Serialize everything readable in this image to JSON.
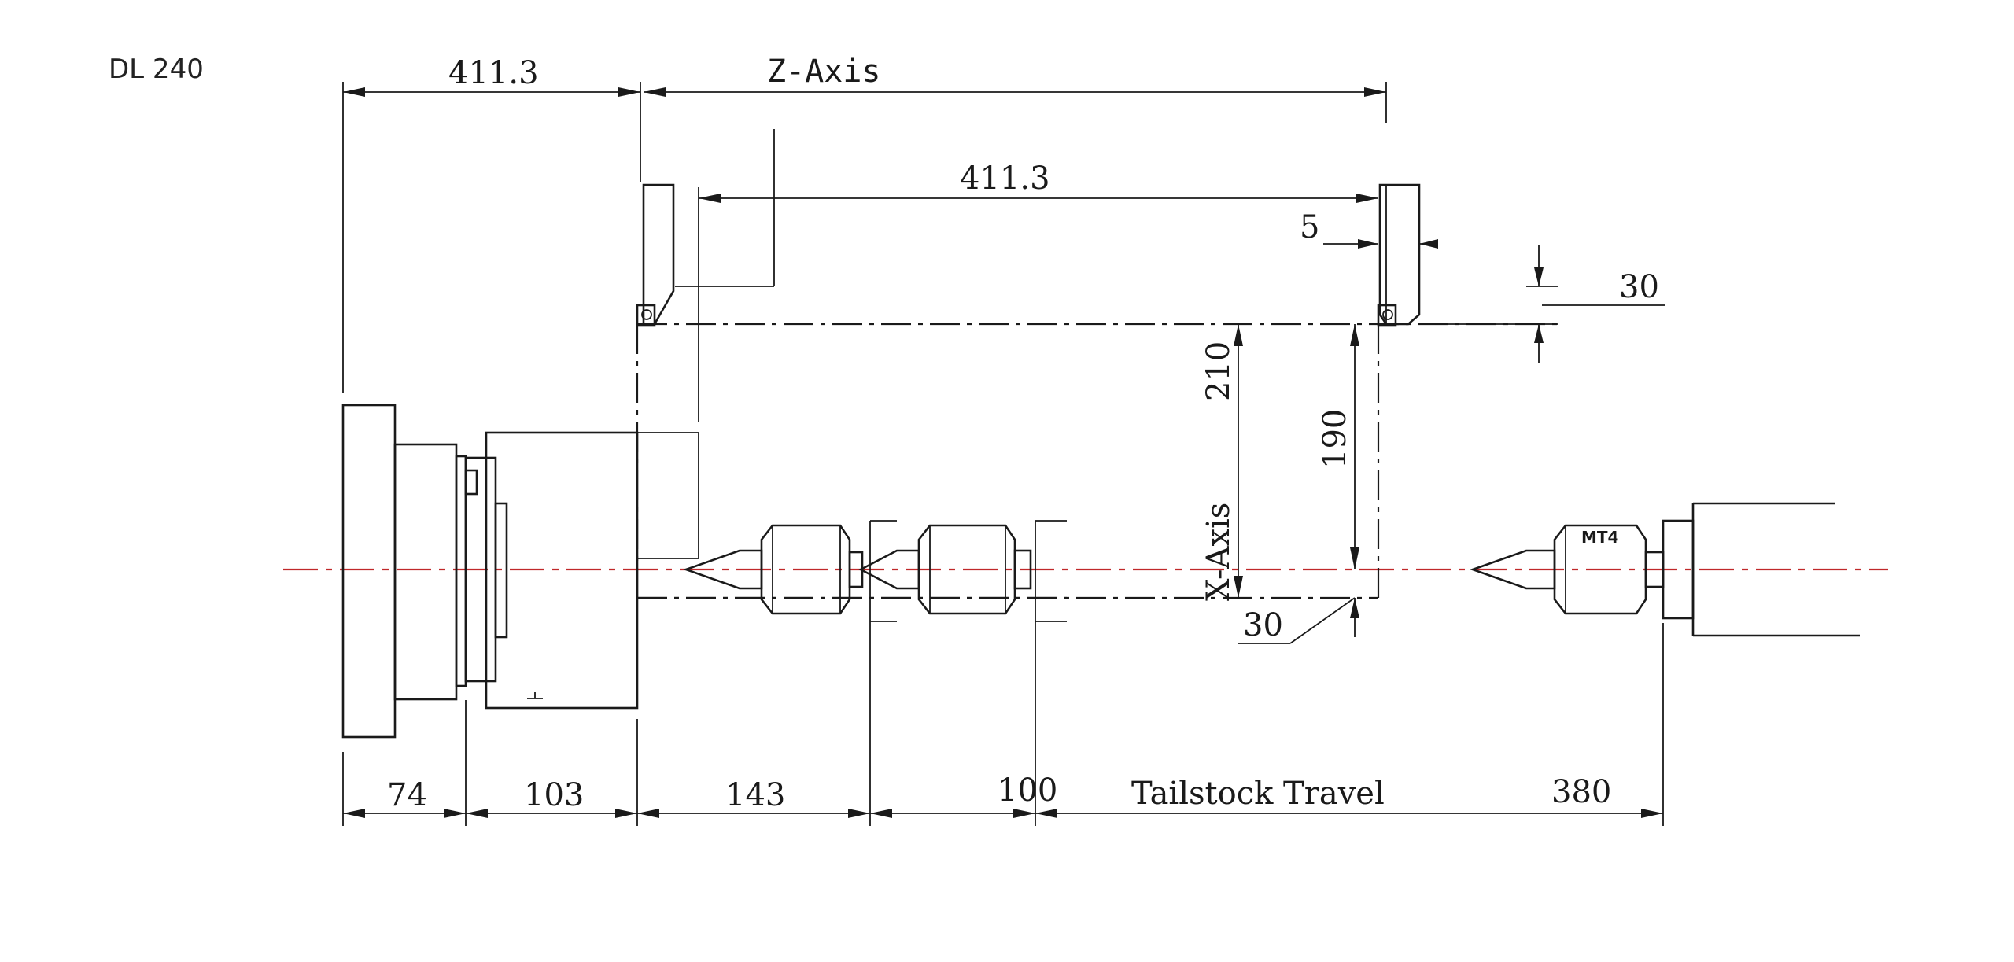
{
  "model_label": "DL 240",
  "dimensions": {
    "top_left": "411.3",
    "z_axis_label": "Z-Axis",
    "tool_span": "411.3",
    "tool_offset": "5",
    "tool_height": "30",
    "x_travel_outer": "210",
    "x_travel_inner": "190",
    "x_axis_label": "X-Axis",
    "center_offset": "30",
    "bottom_74": "74",
    "bottom_103": "103",
    "bottom_143": "143",
    "bottom_100": "100",
    "tailstock_label": "Tailstock Travel",
    "bottom_380": "380"
  },
  "tailstock_marking": "MT4",
  "colors": {
    "centerline": "#c0282a",
    "lines": "#1a1a1a"
  }
}
